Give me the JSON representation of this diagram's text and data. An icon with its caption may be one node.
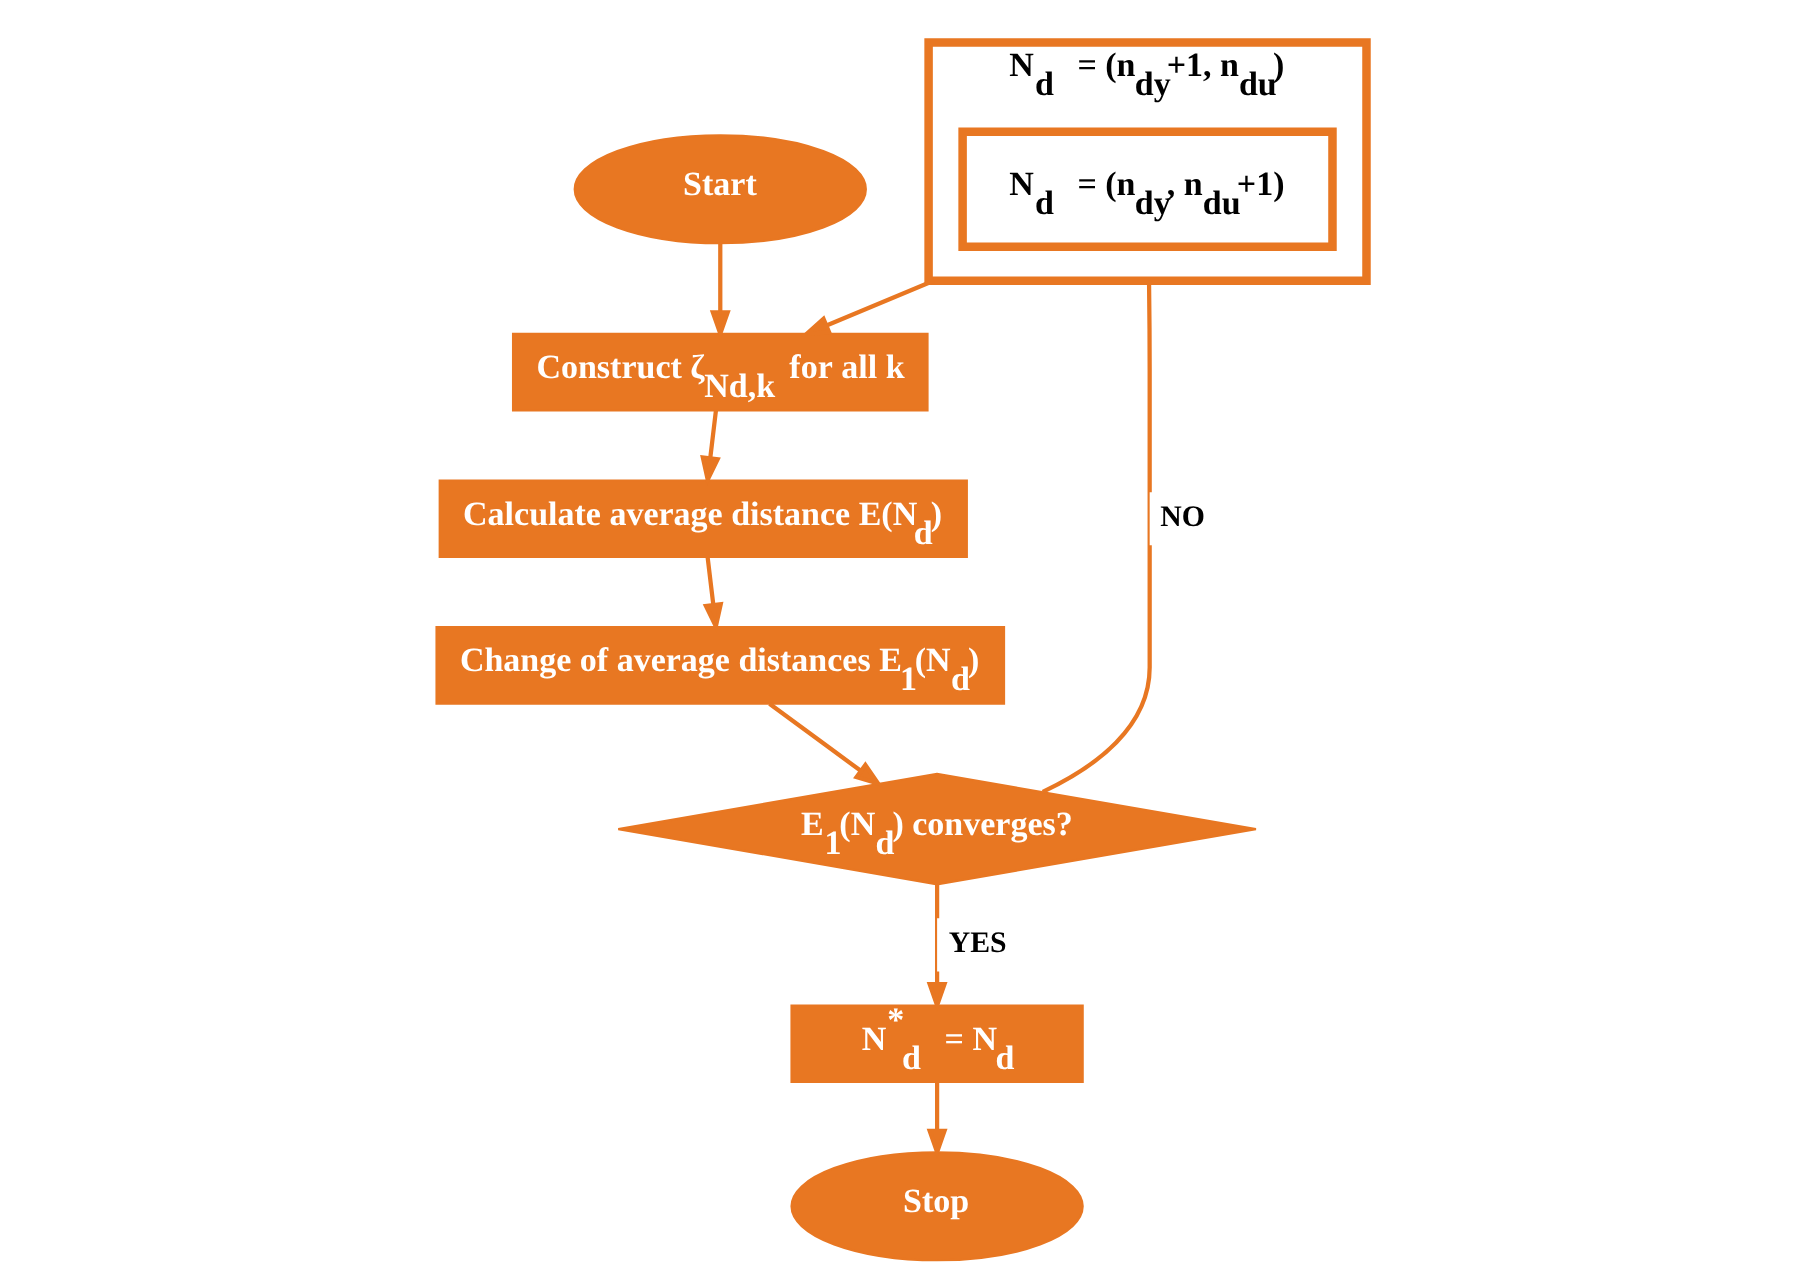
{
  "diagram": {
    "nodes": [
      {
        "text": [
          "Start"
        ]
      },
      {
        "text": [
          "Construct ζ$_{Nd,k}$ for all k"
        ]
      },
      {
        "text": [
          "Calculate average distance E(N$_{d}$)"
        ]
      },
      {
        "text": [
          "Change of average distances E$_{1}$(N$_{d}$)"
        ]
      },
      {
        "text": [
          "E$_{1}$(N$_{d}$) converges?"
        ]
      },
      {
        "text": [
          "N$_{d}$ = (n$_{dy}$+1, n$_{du}$)"
        ]
      },
      {
        "text": [
          "N$_{d}$ = (n$_{dy}$, n$_{du}$+1)"
        ],
        "in": 5
      },
      {
        "text": [
          "N$^{*}$$_{d}$ = N$_{d}$"
        ]
      },
      {
        "text": [
          "Stop"
        ]
      }
    ],
    "edges": [
      {
        "from": 0,
        "to": 1,
        "arrow": "to"
      },
      {
        "from": 1,
        "to": 2,
        "arrow": "to"
      },
      {
        "from": 2,
        "to": 3,
        "arrow": "to"
      },
      {
        "from": 3,
        "to": 4,
        "arrow": "to"
      },
      {
        "from": 4,
        "to": 5,
        "arrow": "none",
        "label": "NO"
      },
      {
        "from": 5,
        "to": 1,
        "arrow": "to"
      },
      {
        "from": 4,
        "to": 7,
        "arrow": "to",
        "label": "YES"
      },
      {
        "from": 7,
        "to": 8,
        "arrow": "to"
      }
    ]
  }
}
